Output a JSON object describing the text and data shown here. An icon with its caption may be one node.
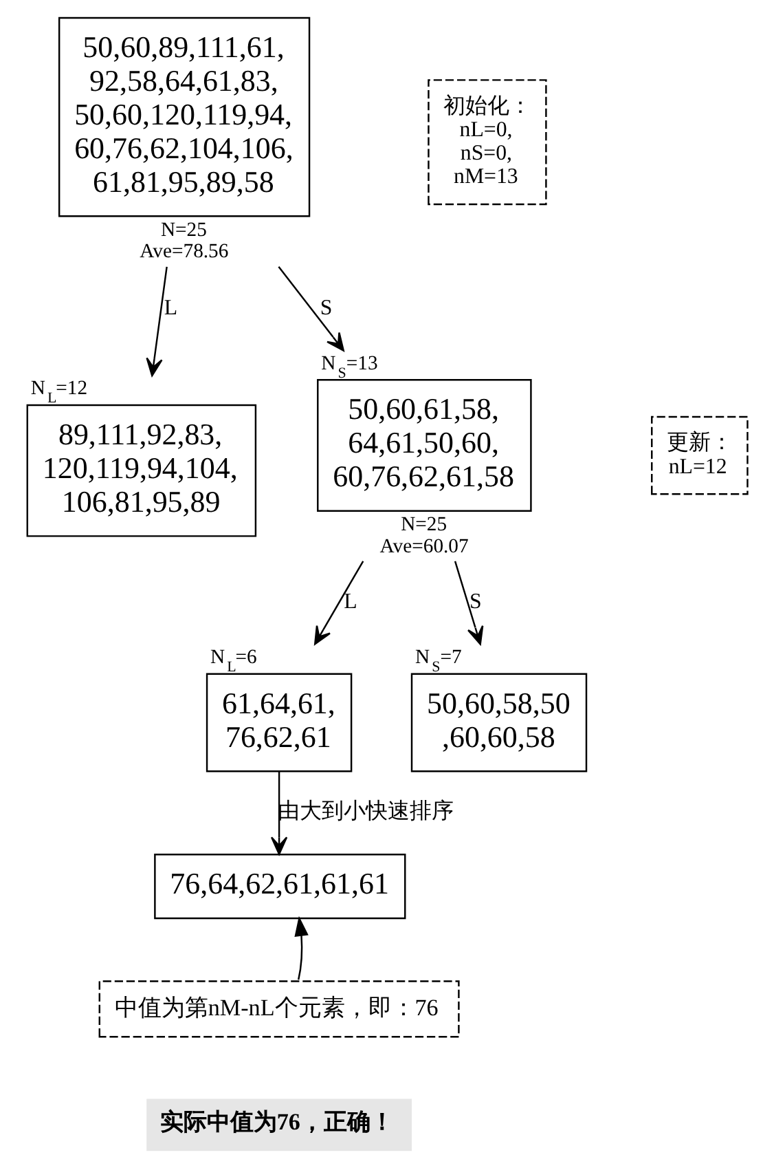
{
  "diagram": {
    "nodes": [
      {
        "text": [
          "50,60,89,111,61, 92,58,64,61,83, 50,60,120,119,94, 60,76,62,104,106, 61,81,95,89,58"
        ],
        "beside": [
          "N=25 Ave=78.56"
        ]
      },
      {
        "text": [
          "初始化：",
          "nL=0, nS=0, nM=13"
        ]
      },
      {
        "text": [
          "89,111,92,83, 120,119,94,104, 106,81,95,89"
        ],
        "beside": [
          "N$_{L}$=12"
        ]
      },
      {
        "text": [
          "50,60,61,58, 64,61,50,60, 60,76,62,61,58"
        ],
        "beside": [
          "N$_{S}$=13",
          "N=25 Ave=60.07"
        ]
      },
      {
        "text": [
          "更新：",
          "nL=12"
        ]
      },
      {
        "text": [
          "61,64,61, 76,62,61"
        ],
        "beside": [
          "N$_{L}$=6"
        ]
      },
      {
        "text": [
          "50,60,58,50 ,60,60,58"
        ],
        "beside": [
          "N$_{S}$=7"
        ]
      },
      {
        "text": [
          "76,64,62,61,61,61"
        ]
      },
      {
        "text": [
          "中值为第nM-nL个元素，即：76"
        ]
      },
      {
        "text": [
          "实际中值为76，正确！"
        ]
      }
    ],
    "edges": [
      {
        "from": 0,
        "to": 2,
        "arrow": "to",
        "label": "L"
      },
      {
        "from": 0,
        "to": 3,
        "arrow": "to",
        "label": "S"
      },
      {
        "from": 3,
        "to": 5,
        "arrow": "to",
        "label": "L"
      },
      {
        "from": 3,
        "to": 6,
        "arrow": "to",
        "label": "S"
      },
      {
        "from": 5,
        "to": 7,
        "arrow": "to",
        "label": "由大到小快速排序"
      },
      {
        "from": 8,
        "to": 7,
        "arrow": "to"
      }
    ]
  }
}
